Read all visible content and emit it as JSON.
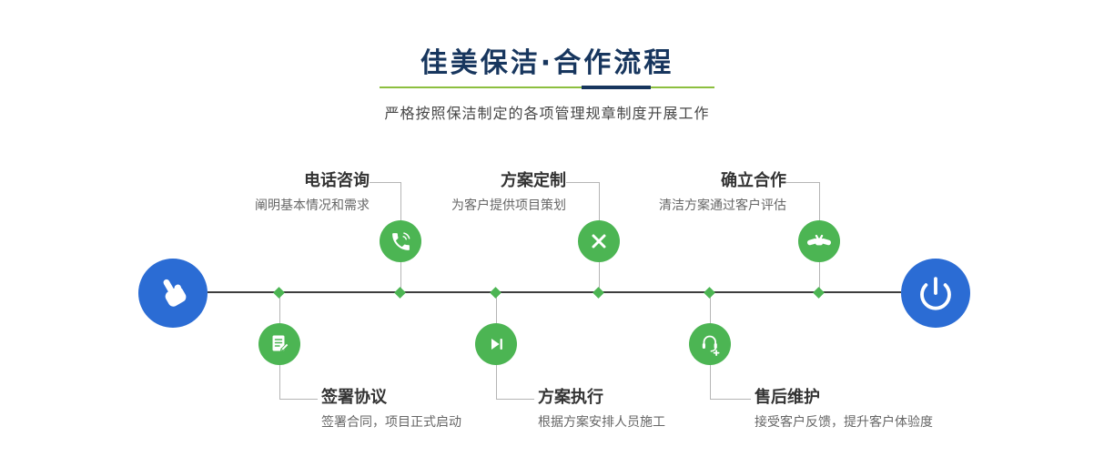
{
  "header": {
    "title": "佳美保洁·合作流程",
    "subtitle": "严格按照保洁制定的各项管理规章制度开展工作"
  },
  "colors": {
    "title_navy": "#17365e",
    "divider_green": "#8cbf3f",
    "accent_green": "#4cb553",
    "accent_blue": "#2b6cd4",
    "timeline_dark": "#3d3d3d",
    "text_dark": "#333333",
    "text_muted": "#666666"
  },
  "flow": {
    "start_icon": "hand-pointer-icon",
    "end_icon": "power-icon",
    "top_steps": [
      {
        "title": "电话咨询",
        "desc": "阐明基本情况和需求",
        "icon": "phone-icon"
      },
      {
        "title": "方案定制",
        "desc": "为客户提供项目策划",
        "icon": "design-tools-icon"
      },
      {
        "title": "确立合作",
        "desc": "清洁方案通过客户评估",
        "icon": "handshake-icon"
      }
    ],
    "bottom_steps": [
      {
        "title": "签署协议",
        "desc": "签署合同，项目正式启动",
        "icon": "contract-icon"
      },
      {
        "title": "方案执行",
        "desc": "根据方案安排人员施工",
        "icon": "play-next-icon"
      },
      {
        "title": "售后维护",
        "desc": "接受客户反馈，提升客户体验度",
        "icon": "customer-support-icon"
      }
    ]
  }
}
